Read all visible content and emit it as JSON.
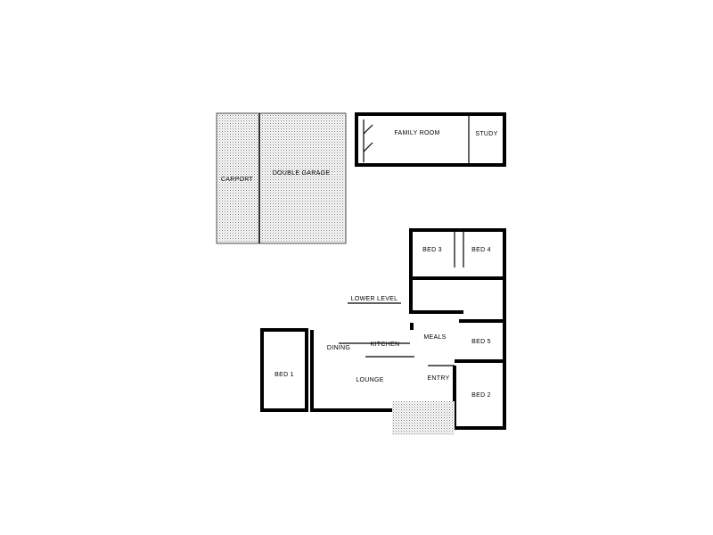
{
  "floorplan": {
    "rooms": {
      "carport": "CARPORT",
      "garage": "DOUBLE GARAGE",
      "family_room": "FAMILY ROOM",
      "study": "STUDY",
      "bed3": "BED 3",
      "bed4": "BED 4",
      "lower_level": "LOWER LEVEL",
      "meals": "MEALS",
      "kitchen": "KITCHEN",
      "dining": "DINING",
      "bed1": "BED 1",
      "lounge": "LOUNGE",
      "entry": "ENTRY",
      "bed2": "BED 2",
      "bed5": "BED 5"
    },
    "colors": {
      "ink": "#000000",
      "paper": "#ffffff",
      "hatch": "#9a9a9a"
    }
  }
}
